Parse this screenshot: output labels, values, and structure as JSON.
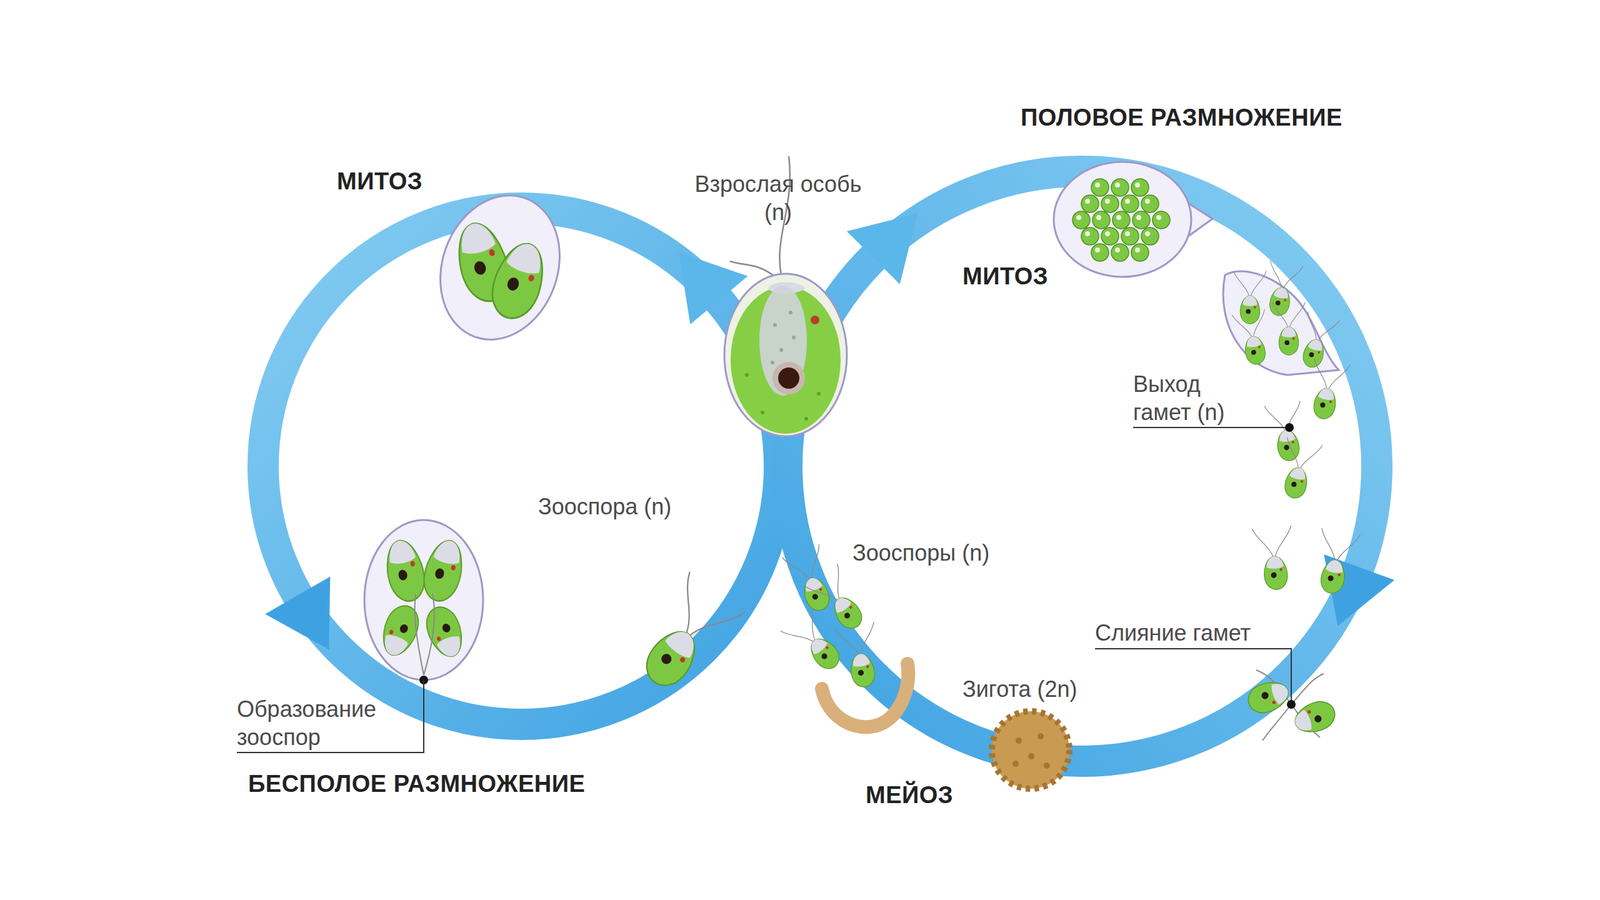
{
  "diagram": {
    "labels": [
      "ПОЛОВОЕ РАЗМНОЖЕНИЕ",
      "Взрослая особь (n)",
      "МИТОЗ",
      "МИТОЗ",
      "Выход гамет (n)",
      "Зооспора (n)",
      "Зооспоры (n)",
      "Слияние гамет",
      "Зигота (2n)",
      "Образование зооспор",
      "БЕСПОЛОЕ РАЗМНОЖЕНИЕ",
      "МЕЙОЗ"
    ]
  }
}
